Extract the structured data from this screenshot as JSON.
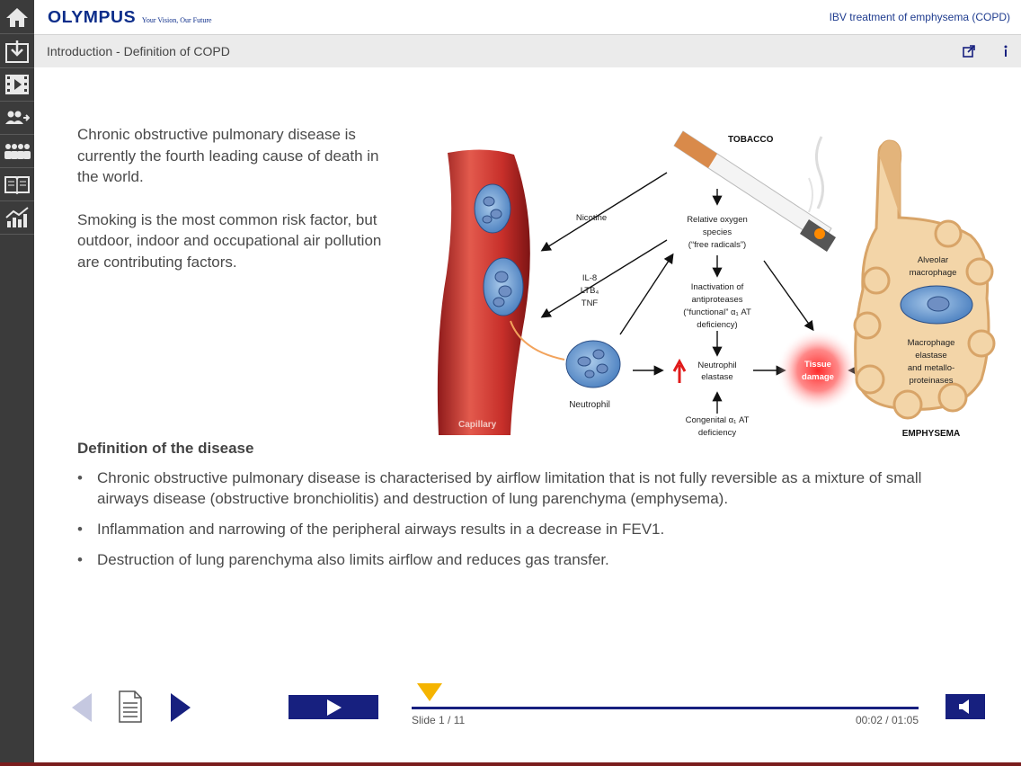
{
  "header": {
    "logo_word": "OLYMPUS",
    "logo_tagline": "Your Vision, Our Future",
    "app_title": "IBV treatment of emphysema (COPD)"
  },
  "subheader": {
    "page_title": "Introduction - Definition of COPD",
    "icons": [
      "external-link-icon",
      "more-vertical-icon"
    ]
  },
  "sidebar": {
    "items": [
      {
        "icon": "home-icon"
      },
      {
        "icon": "download-icon"
      },
      {
        "icon": "film-icon"
      },
      {
        "icon": "people-arrow-icon"
      },
      {
        "icon": "group-icon"
      },
      {
        "icon": "book-icon"
      },
      {
        "icon": "chart-icon"
      }
    ]
  },
  "content": {
    "intro": [
      "Chronic obstructive pulmonary disease is currently the fourth leading cause of death in the world.",
      "Smoking is the most common risk factor, but outdoor, indoor and occupational air pollution are contributing factors."
    ],
    "definition_heading": "Definition of the disease",
    "bullets": [
      "Chronic obstructive pulmonary disease is characterised by airflow limitation that is not fully reversible as a mixture of small airways disease (obstructive bronchiolitis) and destruction of lung parenchyma (emphysema).",
      "Inflammation and narrowing of the peripheral airways results in a decrease in FEV1.",
      "Destruction of lung parenchyma also limits airflow and reduces gas transfer."
    ]
  },
  "diagram": {
    "tobacco": "TOBACCO",
    "nicotine": "Nicotine",
    "ros_1": "Relative oxygen",
    "ros_2": "species",
    "ros_3": "(“free radicals”)",
    "cytokine_1": "IL-8",
    "cytokine_2": "LTB₄",
    "cytokine_3": "TNF",
    "inact_1": "Inactivation of",
    "inact_2": "antiproteases",
    "inact_3": "(“functional” α₁ AT",
    "inact_4": "deficiency)",
    "neutrophil": "Neutrophil",
    "ne_1": "Neutrophil",
    "ne_2": "elastase",
    "tissue_1": "Tissue",
    "tissue_2": "damage",
    "congenital_1": "Congenital α₁ AT",
    "congenital_2": "deficiency",
    "capillary": "Capillary",
    "alv_1": "Alveolar",
    "alv_2": "macrophage",
    "mac_1": "Macrophage",
    "mac_2": "elastase",
    "mac_3": "and metallo-",
    "mac_4": "proteinases",
    "emphysema": "EMPHYSEMA"
  },
  "player": {
    "slide_label": "Slide 1 / 11",
    "time_label": "00:02 / 01:05",
    "progress_fraction": 0.03,
    "accent_color": "#17207f",
    "marker_color": "#f5b400"
  }
}
